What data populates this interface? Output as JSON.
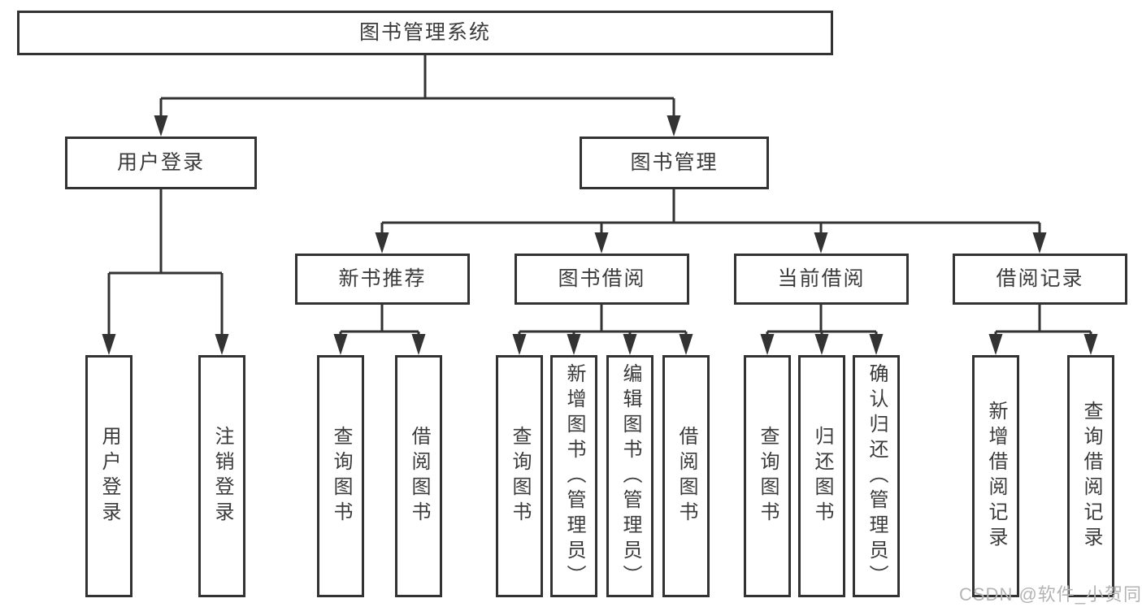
{
  "diagram": {
    "root": {
      "label": "图书管理系统"
    },
    "level2": {
      "user_login": {
        "label": "用户登录"
      },
      "book_management": {
        "label": "图书管理"
      }
    },
    "level3": {
      "new_book_recommend": {
        "label": "新书推荐"
      },
      "book_borrow": {
        "label": "图书借阅"
      },
      "current_borrow": {
        "label": "当前借阅"
      },
      "borrow_records": {
        "label": "借阅记录"
      }
    },
    "leaves": {
      "user_login": {
        "label": "用户登录"
      },
      "logout": {
        "label": "注销登录"
      },
      "recommend_query_books": {
        "label": "查询图书"
      },
      "recommend_borrow_books": {
        "label": "借阅图书"
      },
      "borrow_query_books": {
        "label": "查询图书"
      },
      "borrow_add_books": {
        "label": "新增图书（管理员）"
      },
      "borrow_edit_books": {
        "label": "编辑图书（管理员）"
      },
      "borrow_borrow_books": {
        "label": "借阅图书"
      },
      "current_query_books": {
        "label": "查询图书"
      },
      "current_return_books": {
        "label": "归还图书"
      },
      "current_confirm_return": {
        "label": "确认归还（管理员）"
      },
      "records_add_record": {
        "label": "新增借阅记录"
      },
      "records_query_record": {
        "label": "查询借阅记录"
      }
    },
    "watermark": "CSDN @软件_小贺同学",
    "colors": {
      "line": "#333333",
      "text": "#3b3b3b",
      "watermark": "#b4b4b4",
      "background": "#ffffff"
    }
  }
}
